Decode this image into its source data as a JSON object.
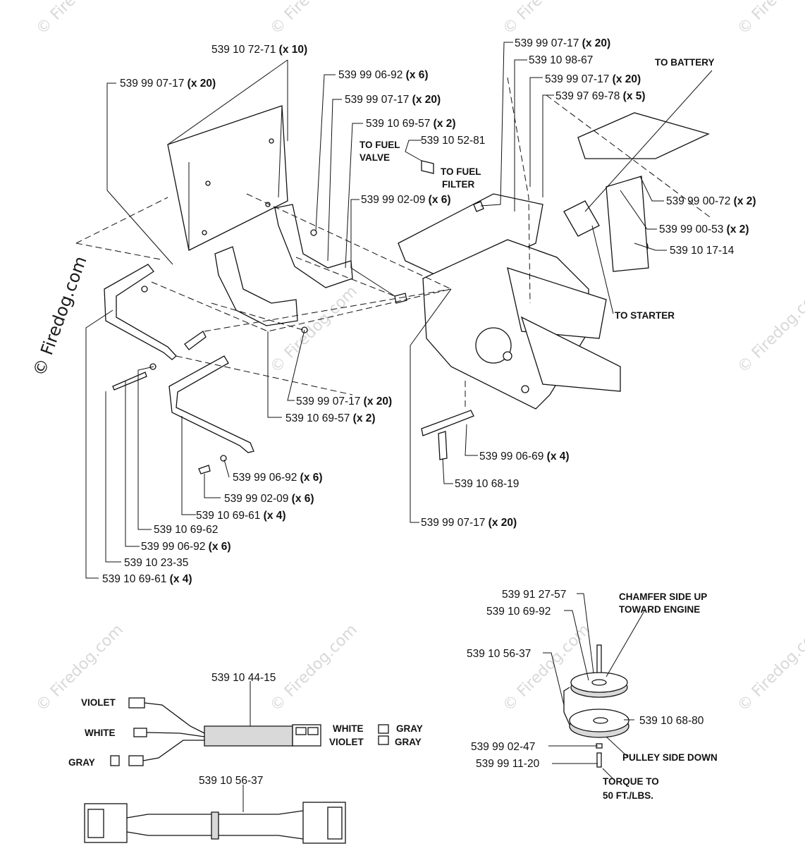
{
  "watermark": "© Firedog.com",
  "frame_labels": [
    {
      "part": "539 10 72-71",
      "qty": "(x 10)"
    },
    {
      "part": "539 99 07-17",
      "qty": "(x 20)"
    },
    {
      "part": "539 99 06-92",
      "qty": "(x 6)"
    },
    {
      "part": "539 99 07-17",
      "qty": "(x 20)"
    },
    {
      "part": "539 10 69-57",
      "qty": "(x 2)"
    },
    {
      "part": "539 10 52-81",
      "qty": ""
    },
    {
      "part": "539 99 02-09",
      "qty": "(x 6)"
    },
    {
      "part": "539 99 07-17",
      "qty": "(x 20)"
    },
    {
      "part": "539 10 98-67",
      "qty": ""
    },
    {
      "part": "539 99 07-17",
      "qty": "(x 20)"
    },
    {
      "part": "539 97 69-78",
      "qty": "(x 5)"
    },
    {
      "part": "539 99 00-72",
      "qty": "(x 2)"
    },
    {
      "part": "539 99 00-53",
      "qty": "(x 2)"
    },
    {
      "part": "539 10 17-14",
      "qty": ""
    },
    {
      "part": "539 99 07-17",
      "qty": "(x 20)"
    },
    {
      "part": "539 10 69-57",
      "qty": "(x 2)"
    },
    {
      "part": "539 99 06-69",
      "qty": "(x 4)"
    },
    {
      "part": "539 10 68-19",
      "qty": ""
    },
    {
      "part": "539 99 06-92",
      "qty": "(x 6)"
    },
    {
      "part": "539 99 02-09",
      "qty": "(x 6)"
    },
    {
      "part": "539 10 69-61",
      "qty": "(x 4)"
    },
    {
      "part": "539 99 07-17",
      "qty": "(x 20)"
    },
    {
      "part": "539 10 69-62",
      "qty": ""
    },
    {
      "part": "539 99 06-92",
      "qty": "(x 6)"
    },
    {
      "part": "539 10 23-35",
      "qty": ""
    },
    {
      "part": "539 10 69-61",
      "qty": "(x 4)"
    }
  ],
  "frame_notes": {
    "to_battery": "TO BATTERY",
    "to_fuel_valve_1": "TO FUEL",
    "to_fuel_valve_2": "VALVE",
    "to_fuel_filter_1": "TO FUEL",
    "to_fuel_filter_2": "FILTER",
    "to_starter": "TO STARTER"
  },
  "harness": {
    "part_top": "539 10 44-15",
    "part_bottom": "539 10 56-37",
    "left_wires": [
      "VIOLET",
      "WHITE",
      "GRAY"
    ],
    "plug_left": [
      "WHITE",
      "VIOLET"
    ],
    "plug_right": [
      "GRAY",
      "GRAY"
    ]
  },
  "clutch": {
    "labels": [
      {
        "part": "539 91 27-57"
      },
      {
        "part": "539 10 69-92"
      },
      {
        "part": "539 10 56-37"
      },
      {
        "part": "539 10 68-80"
      },
      {
        "part": "539 99 02-47"
      },
      {
        "part": "539 99 11-20"
      }
    ],
    "chamfer_1": "CHAMFER SIDE UP",
    "chamfer_2": "TOWARD ENGINE",
    "pulley": "PULLEY SIDE DOWN",
    "torque_1": "TORQUE TO",
    "torque_2": "50 FT./LBS."
  }
}
